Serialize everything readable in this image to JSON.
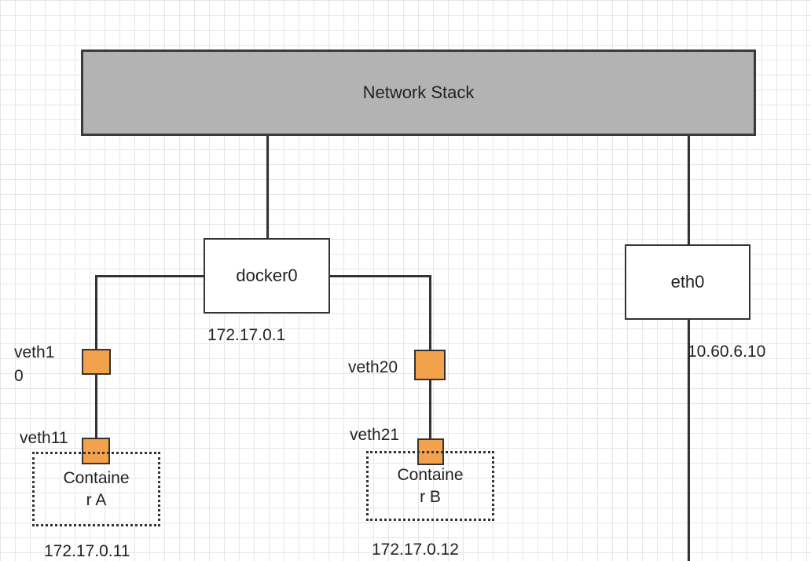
{
  "network_stack": {
    "label": "Network Stack"
  },
  "bridge": {
    "label": "docker0",
    "ip": "172.17.0.1"
  },
  "host_nic": {
    "label": "eth0",
    "ip": "10.60.6.10"
  },
  "veth_pairs": [
    {
      "host_end": "veth1\n0",
      "container_end": "veth11"
    },
    {
      "host_end": "veth20",
      "container_end": "veth21"
    }
  ],
  "containers": [
    {
      "label": "Containe\nr A",
      "ip": "172.17.0.11"
    },
    {
      "label": "Containe\nr B",
      "ip": "172.17.0.12"
    }
  ],
  "colors": {
    "stack_fill": "#b3b3b3",
    "port_fill": "#f2a24a",
    "line": "#333333",
    "grid": "#e6e6e6"
  }
}
